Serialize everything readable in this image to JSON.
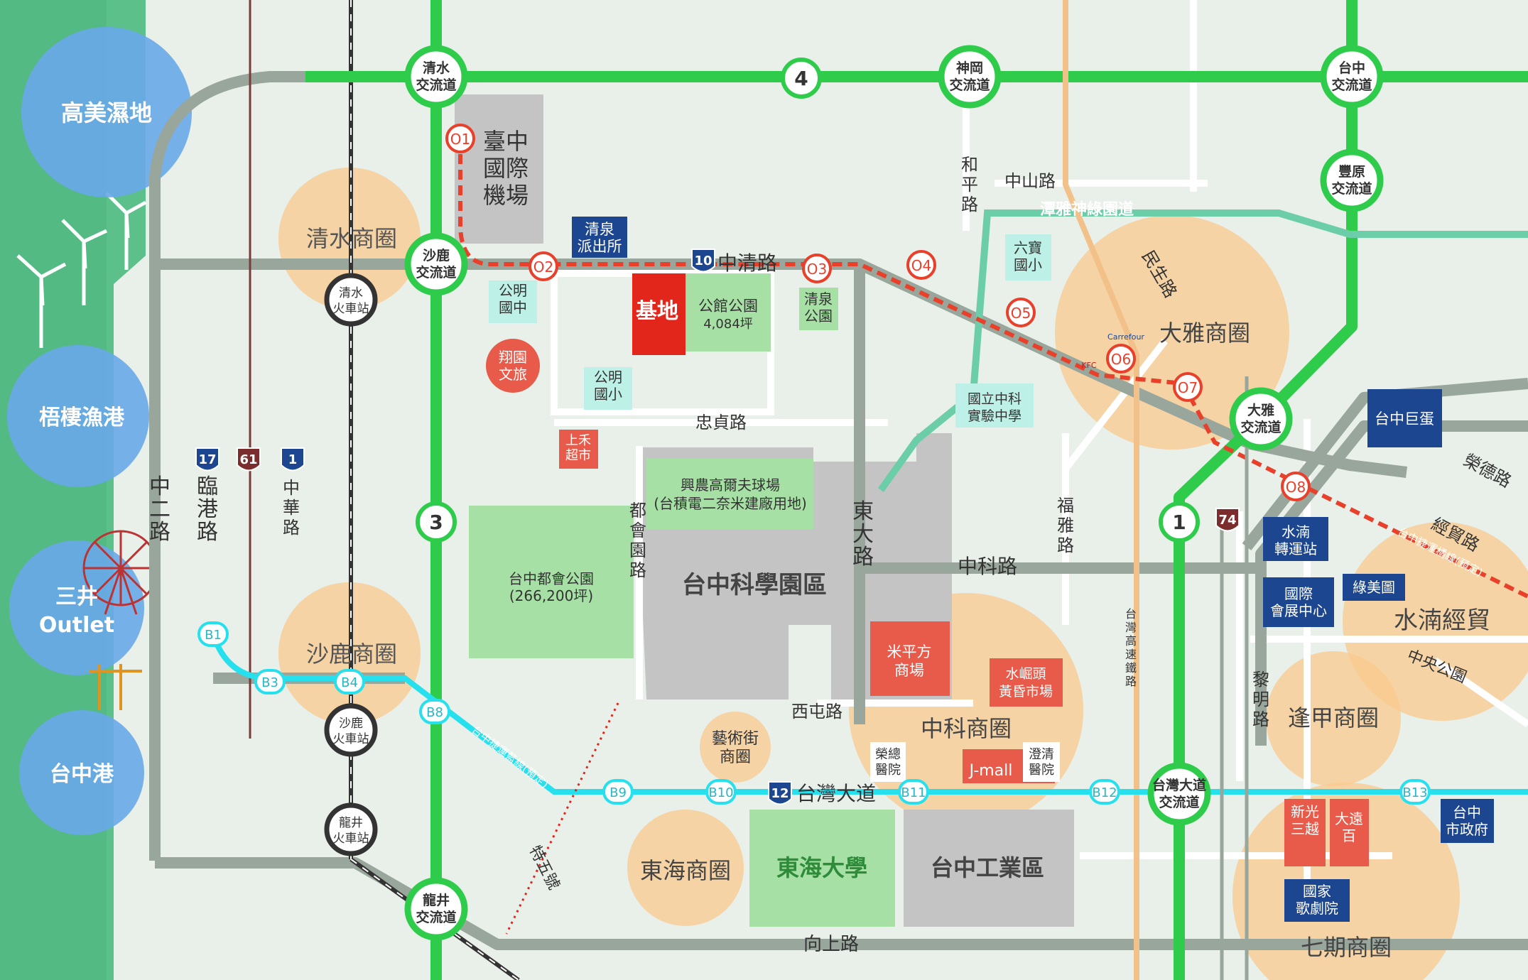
{
  "wetlands": {
    "gaomei": "高美濕地",
    "wuqi_port": "梧棲漁港",
    "mitsui_1": "三井",
    "mitsui_2": "Outlet",
    "taichung_port": "台中港"
  },
  "interchanges": {
    "qingshui": [
      "清水",
      "交流道"
    ],
    "shengang": [
      "神岡",
      "交流道"
    ],
    "taichung": [
      "台中",
      "交流道"
    ],
    "fengyuan": [
      "豐原",
      "交流道"
    ],
    "shalu": [
      "沙鹿",
      "交流道"
    ],
    "daya": [
      "大雅",
      "交流道"
    ],
    "longjing": [
      "龍井",
      "交流道"
    ],
    "taiwan_blvd": [
      "台灣大道",
      "交流道"
    ]
  },
  "stations": {
    "qingshui": [
      "清水",
      "火車站"
    ],
    "shalu": [
      "沙鹿",
      "火車站"
    ],
    "longjing": [
      "龍井",
      "火車站"
    ]
  },
  "highway_numbers": {
    "h4": "4",
    "h3": "3",
    "h1": "1",
    "h10": "10",
    "h12": "12",
    "h17": "17",
    "h61": "61",
    "h1p": "1",
    "h74": "74"
  },
  "roads": {
    "zhongqing": "中清路",
    "zhongzhen": "忠貞路",
    "xitun": "西屯路",
    "zhongke": "中科路",
    "taiwan_blvd": "台灣大道",
    "xiangshang": "向上路",
    "dadun": "東大路",
    "zhonger": [
      "中",
      "二",
      "路"
    ],
    "lingang": [
      "臨",
      "港",
      "路"
    ],
    "zhonghua": [
      "中",
      "華",
      "路"
    ],
    "duhui": [
      "都",
      "會",
      "園",
      "路"
    ],
    "hepin": [
      "和",
      "平",
      "路"
    ],
    "zhongshan": "中山路",
    "minsheng": "民生路",
    "fuya": [
      "福",
      "雅",
      "路"
    ],
    "liming": [
      "黎",
      "明",
      "路"
    ],
    "rongde": "榮德路",
    "jingmao": "經貿路",
    "tewu": "特五號",
    "greenway": "潭雅神綠園道",
    "hsr": [
      "台",
      "灣",
      "高",
      "速",
      "鐵",
      "路"
    ]
  },
  "airport": [
    "臺中",
    "國際",
    "機場"
  ],
  "places": {
    "site": "基地",
    "gongguan_park": "公館公園",
    "gongguan_area": "4,084坪",
    "police": [
      "清泉",
      "派出所"
    ],
    "gongming_jr": [
      "公明",
      "國中"
    ],
    "gongming_el": [
      "公明",
      "國小"
    ],
    "xiangyuan": [
      "翔園",
      "文旅"
    ],
    "qingquan_park": [
      "清泉",
      "公園"
    ],
    "liubao": [
      "六寶",
      "國小"
    ],
    "nat_exp": [
      "國立中科",
      "實驗中學"
    ],
    "shanghe": [
      "上禾",
      "超市"
    ],
    "golf": [
      "興農高爾夫球場",
      "(台積電二奈米建廠用地)"
    ],
    "metro_park": [
      "台中都會公園",
      "(266,200坪)"
    ],
    "science_park": "台中科學園區",
    "mipingfang": [
      "米平方",
      "商場"
    ],
    "shuijuetou": [
      "水崛頭",
      "黃昏市場"
    ],
    "rongzong": [
      "榮總",
      "醫院"
    ],
    "chengching": [
      "澄清",
      "醫院"
    ],
    "jmall": "J-mall",
    "art_street": [
      "藝術街",
      "商圈"
    ],
    "tunghai_univ": "東海大學",
    "industrial": "台中工業區",
    "big_egg": "台中巨蛋",
    "water_transfer": [
      "水湳",
      "轉運站"
    ],
    "convention": [
      "國際",
      "會展中心"
    ],
    "green_garden": "綠美圖",
    "central_park": "中央公園",
    "shinkong": [
      "新光",
      "三越"
    ],
    "far_eastern": [
      "大遠",
      "百"
    ],
    "opera": [
      "國家",
      "歌劇院"
    ],
    "city_hall": [
      "台中",
      "市政府"
    ],
    "carrefour": "Carrefour",
    "kfc": "KFC"
  },
  "districts": {
    "qingshui": "清水商圈",
    "shalu": "沙鹿商圈",
    "daya": "大雅商圈",
    "zhongke": "中科商圈",
    "tunghai": "東海商圈",
    "fengjia": "逢甲商圈",
    "shuinan": "水湳經貿",
    "seventh": "七期商圈"
  },
  "orange_line": {
    "label": "台中捷運橘線(預定)",
    "stations": [
      "O1",
      "O2",
      "O3",
      "O4",
      "O5",
      "O6",
      "O7",
      "O8"
    ]
  },
  "blue_line": {
    "label": "台中捷運藍線(預定)",
    "stations": [
      "B1",
      "B3",
      "B4",
      "B8",
      "B9",
      "B10",
      "B11",
      "B12",
      "B13"
    ]
  },
  "colors": {
    "highway": "#2ecc4a",
    "rail": "#98a69c",
    "orange": "#e8402a",
    "blue": "#27e0ee",
    "district": "#f8c98c",
    "site": "#e3261b",
    "navy": "#1d4690"
  }
}
